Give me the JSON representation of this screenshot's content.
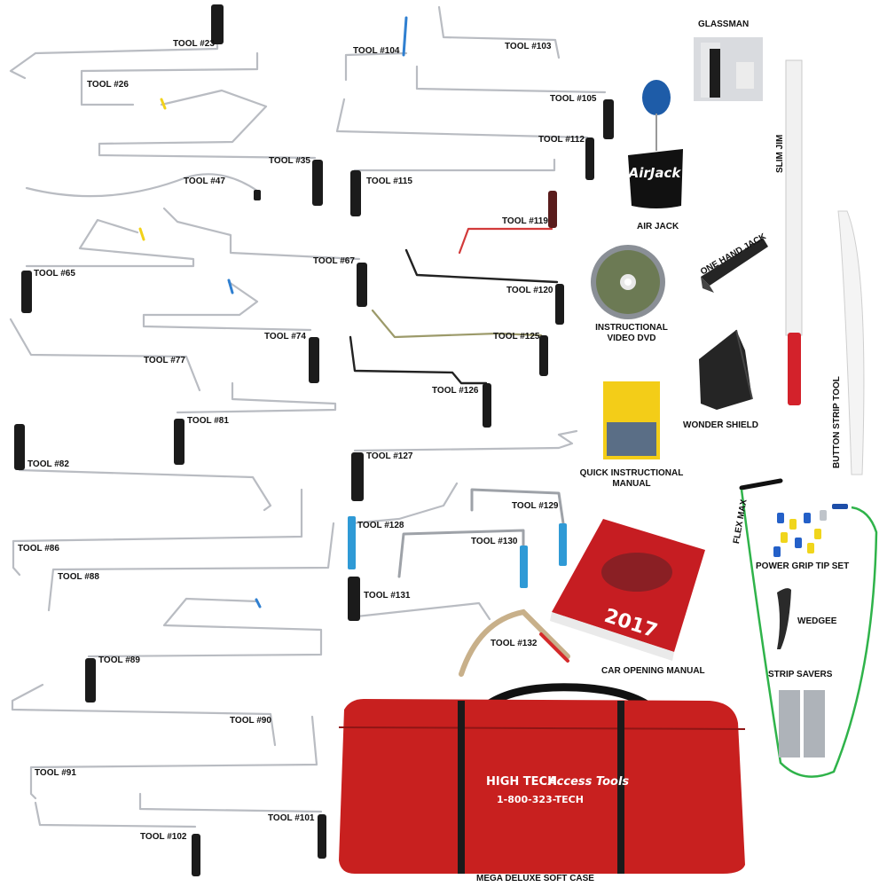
{
  "colors": {
    "background": "#ffffff",
    "wire": "#b9bcc2",
    "handle": "#1b1b1b",
    "case_red": "#c8201f",
    "tip_blue": "#2f7fd0",
    "tip_yellow": "#f2d21a",
    "flex_green": "#2fb34a"
  },
  "labels": {
    "tool_23": "TOOL #23",
    "tool_26": "TOOL #26",
    "tool_35": "TOOL #35",
    "tool_47": "TOOL #47",
    "tool_65": "TOOL #65",
    "tool_67": "TOOL #67",
    "tool_74": "TOOL #74",
    "tool_77": "TOOL #77",
    "tool_81": "TOOL #81",
    "tool_82": "TOOL #82",
    "tool_86": "TOOL #86",
    "tool_88": "TOOL #88",
    "tool_89": "TOOL #89",
    "tool_90": "TOOL #90",
    "tool_91": "TOOL #91",
    "tool_101": "TOOL #101",
    "tool_102": "TOOL #102",
    "tool_103": "TOOL #103",
    "tool_104": "TOOL #104",
    "tool_105": "TOOL #105",
    "tool_112": "TOOL #112",
    "tool_115": "TOOL #115",
    "tool_119": "TOOL #119",
    "tool_120": "TOOL #120",
    "tool_125": "TOOL #125",
    "tool_126": "TOOL #126",
    "tool_127": "TOOL #127",
    "tool_128": "TOOL #128",
    "tool_129": "TOOL #129",
    "tool_130": "TOOL #130",
    "tool_131": "TOOL #131",
    "tool_132": "TOOL #132",
    "glassman": "GLASSMAN",
    "air_jack": "AIR JACK",
    "slim_jim": "SLIM JIM",
    "one_hand_jack": "ONE HAND JACK",
    "instructional_video_dvd": "INSTRUCTIONAL VIDEO DVD",
    "wonder_shield": "WONDER SHIELD",
    "button_strip_tool": "BUTTON STRIP TOOL",
    "quick_instructional_manual": "QUICK INSTRUCTIONAL MANUAL",
    "flex_max": "FLEX MAX",
    "power_grip_tip_set": "POWER GRIP TIP SET",
    "wedgee": "WEDGEE",
    "strip_savers": "STRIP SAVERS",
    "car_opening_manual": "CAR OPENING MANUAL",
    "mega_deluxe_soft_case": "MEGA DELUXE SOFT CASE"
  },
  "product_print": {
    "air_jack_logo": "AirJack",
    "manual_year": "2017",
    "case_brand_1": "HIGH TECH",
    "case_brand_2": "Access Tools",
    "case_phone": "1-800-323-TECH"
  }
}
